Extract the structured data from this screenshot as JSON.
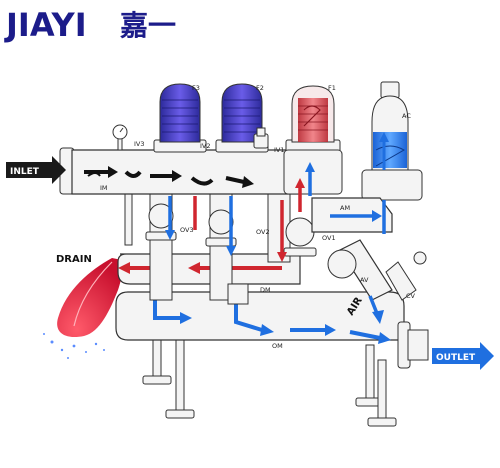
{
  "brand": {
    "logo_text": "JIAYI",
    "chinese_text": "嘉一",
    "color": "#1c1c8a"
  },
  "callouts": {
    "inlet": "INLET",
    "outlet": "OUTLET",
    "drain": "DRAIN",
    "air": "AIR"
  },
  "labels": {
    "f1": "F1",
    "f2": "F2",
    "f3": "F3",
    "ac": "AC",
    "iv1": "IV1",
    "iv2": "IV2",
    "iv3": "IV3",
    "im": "IM",
    "ov1": "OV1",
    "ov2": "OV2",
    "ov3": "OV3",
    "am": "AM",
    "av": "AV",
    "cv": "CV",
    "dm": "DM",
    "om": "OM"
  },
  "colors": {
    "filter_blue": "#4a3fc8",
    "filter_red": "#d8414a",
    "clean_flow": "#1f6fe0",
    "dirty_flow": "#d0262f",
    "inlet_flow": "#111111",
    "pipe": "#f2f2f2",
    "outline": "#333333"
  }
}
